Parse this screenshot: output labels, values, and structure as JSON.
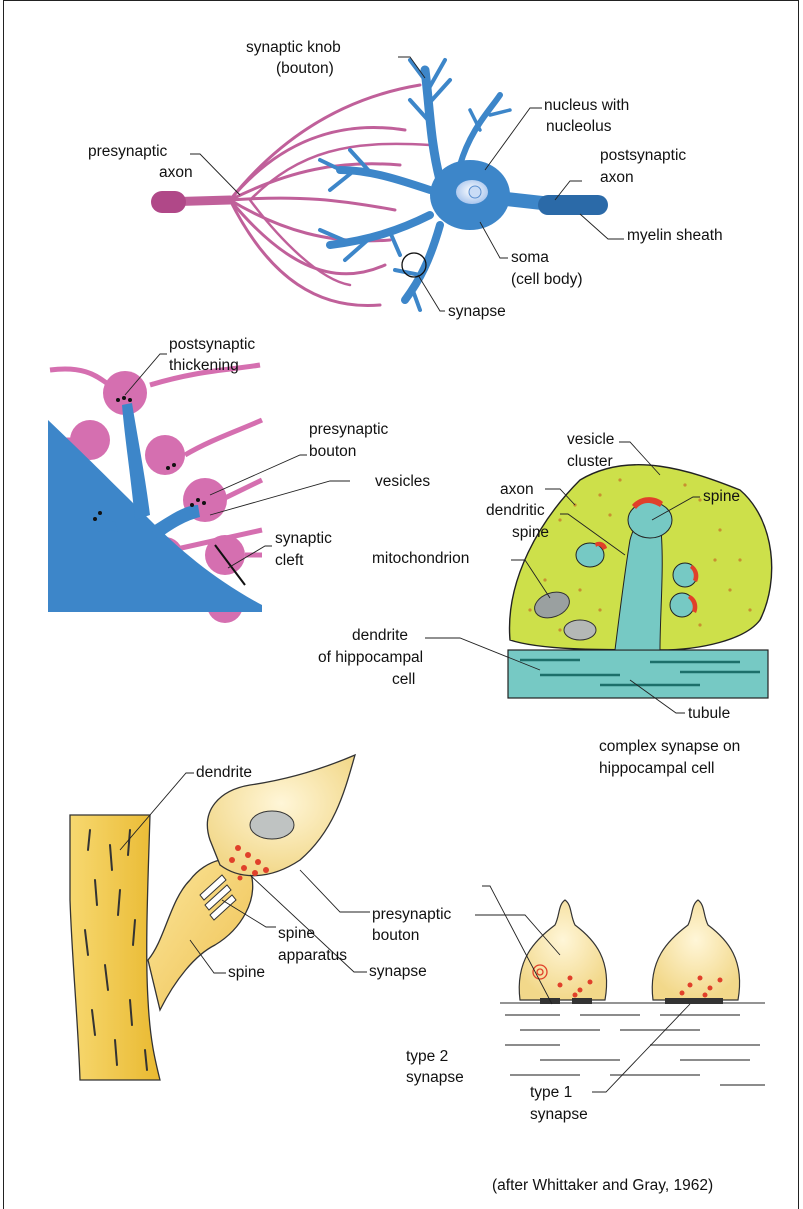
{
  "labels": {
    "synaptic_knob_l1": "synaptic knob",
    "synaptic_knob_l2": "(bouton)",
    "nucleus_l1": "nucleus with",
    "nucleus_l2": "nucleolus",
    "presynaptic_axon_l1": "presynaptic",
    "presynaptic_axon_l2": "axon",
    "postsynaptic_axon_l1": "postsynaptic",
    "postsynaptic_axon_l2": "axon",
    "myelin": "myelin sheath",
    "soma_l1": "soma",
    "soma_l2": "(cell body)",
    "synapse_top": "synapse",
    "postsyn_thick_l1": "postsynaptic",
    "postsyn_thick_l2": "thickening",
    "presyn_bouton_mid_l1": "presynaptic",
    "presyn_bouton_mid_l2": "bouton",
    "vesicles": "vesicles",
    "synaptic_cleft_l1": "synaptic",
    "synaptic_cleft_l2": "cleft",
    "vesicle_cluster_l1": "vesicle",
    "vesicle_cluster_l2": "cluster",
    "axon_right": "axon",
    "spine_right": "spine",
    "dendritic_spine_l1": "dendritic",
    "dendritic_spine_l2": "spine",
    "mitochondrion": "mitochondrion",
    "dendrite_hippo_l1": "dendrite",
    "dendrite_hippo_l2": "of hippocampal",
    "dendrite_hippo_l3": "cell",
    "tubule": "tubule",
    "complex_caption_l1": "complex synapse on",
    "complex_caption_l2": "hippocampal cell",
    "dendrite_bottom": "dendrite",
    "presyn_bouton_bottom_l1": "presynaptic",
    "presyn_bouton_bottom_l2": "bouton",
    "synapse_bottom": "synapse",
    "spine_apparatus_l1": "spine",
    "spine_apparatus_l2": "apparatus",
    "spine_bottom": "spine",
    "type2_l1": "type 2",
    "type2_l2": "synapse",
    "type1_l1": "type 1",
    "type1_l2": "synapse",
    "credit": "(after Whittaker and Gray, 1962)"
  },
  "colors": {
    "neuron_blue": "#3d86c9",
    "axon_pink": "#c0609a",
    "bouton_pink": "#d56fb0",
    "hippo_yellow": "#cde04a",
    "hippo_teal": "#76c9c4",
    "spine_yellow": "#f2cf6a",
    "bouton_cream": "#f8e7b0",
    "vesicle_red": "#e0402a"
  }
}
